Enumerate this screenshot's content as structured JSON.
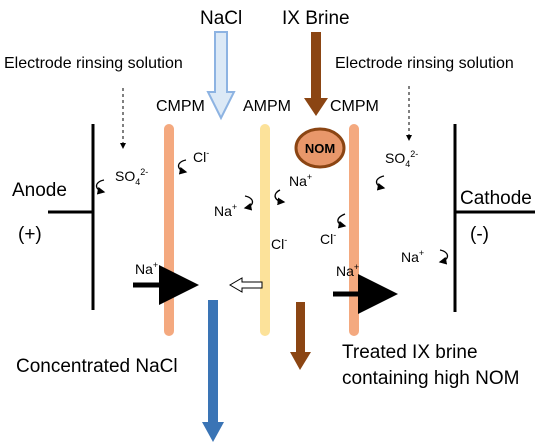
{
  "inputs": {
    "nacl": "NaCl",
    "ix_brine": "IX Brine"
  },
  "rinse": {
    "left": "Electrode rinsing solution",
    "right": "Electrode rinsing solution"
  },
  "membranes": {
    "left": "CMPM",
    "middle": "AMPM",
    "right": "CMPM"
  },
  "electrodes": {
    "anode": "Anode",
    "anode_sign": "(+)",
    "cathode": "Cathode",
    "cathode_sign": "(-)"
  },
  "nom": "NOM",
  "ions": {
    "so4_left_base": "SO",
    "so4_left_sub": "4",
    "so4_left_sup": "2-",
    "so4_right_base": "SO",
    "so4_right_sub": "4",
    "so4_right_sup": "2-",
    "cl_left_base": "Cl",
    "cl_left_sup": "-",
    "na_mid_base": "Na",
    "na_mid_sup": "+",
    "na_left_base": "Na",
    "na_left_sup": "+",
    "cl_mid_base": "Cl",
    "cl_mid_sup": "-",
    "cl_right_base": "Cl",
    "cl_right_sup": "-",
    "na_anode_base": "Na",
    "na_anode_sup": "+",
    "na_right_base": "Na",
    "na_right_sup": "+",
    "na_cathode_base": "Na",
    "na_cathode_sup": "+"
  },
  "outputs": {
    "concentrated": "Concentrated  NaCl",
    "treated_line1": "Treated IX brine",
    "treated_line2": "containing high NOM"
  },
  "colors": {
    "cation_membrane": "#F4A97F",
    "anion_membrane": "#FCE29A",
    "nacl_arrow_fill": "#DCE9F6",
    "nacl_arrow_stroke": "#8DB3E2",
    "brine_arrow": "#8B4513",
    "concentrate_arrow": "#3A74B5",
    "nom_fill": "#E8976A",
    "nom_stroke": "#8B4513"
  }
}
